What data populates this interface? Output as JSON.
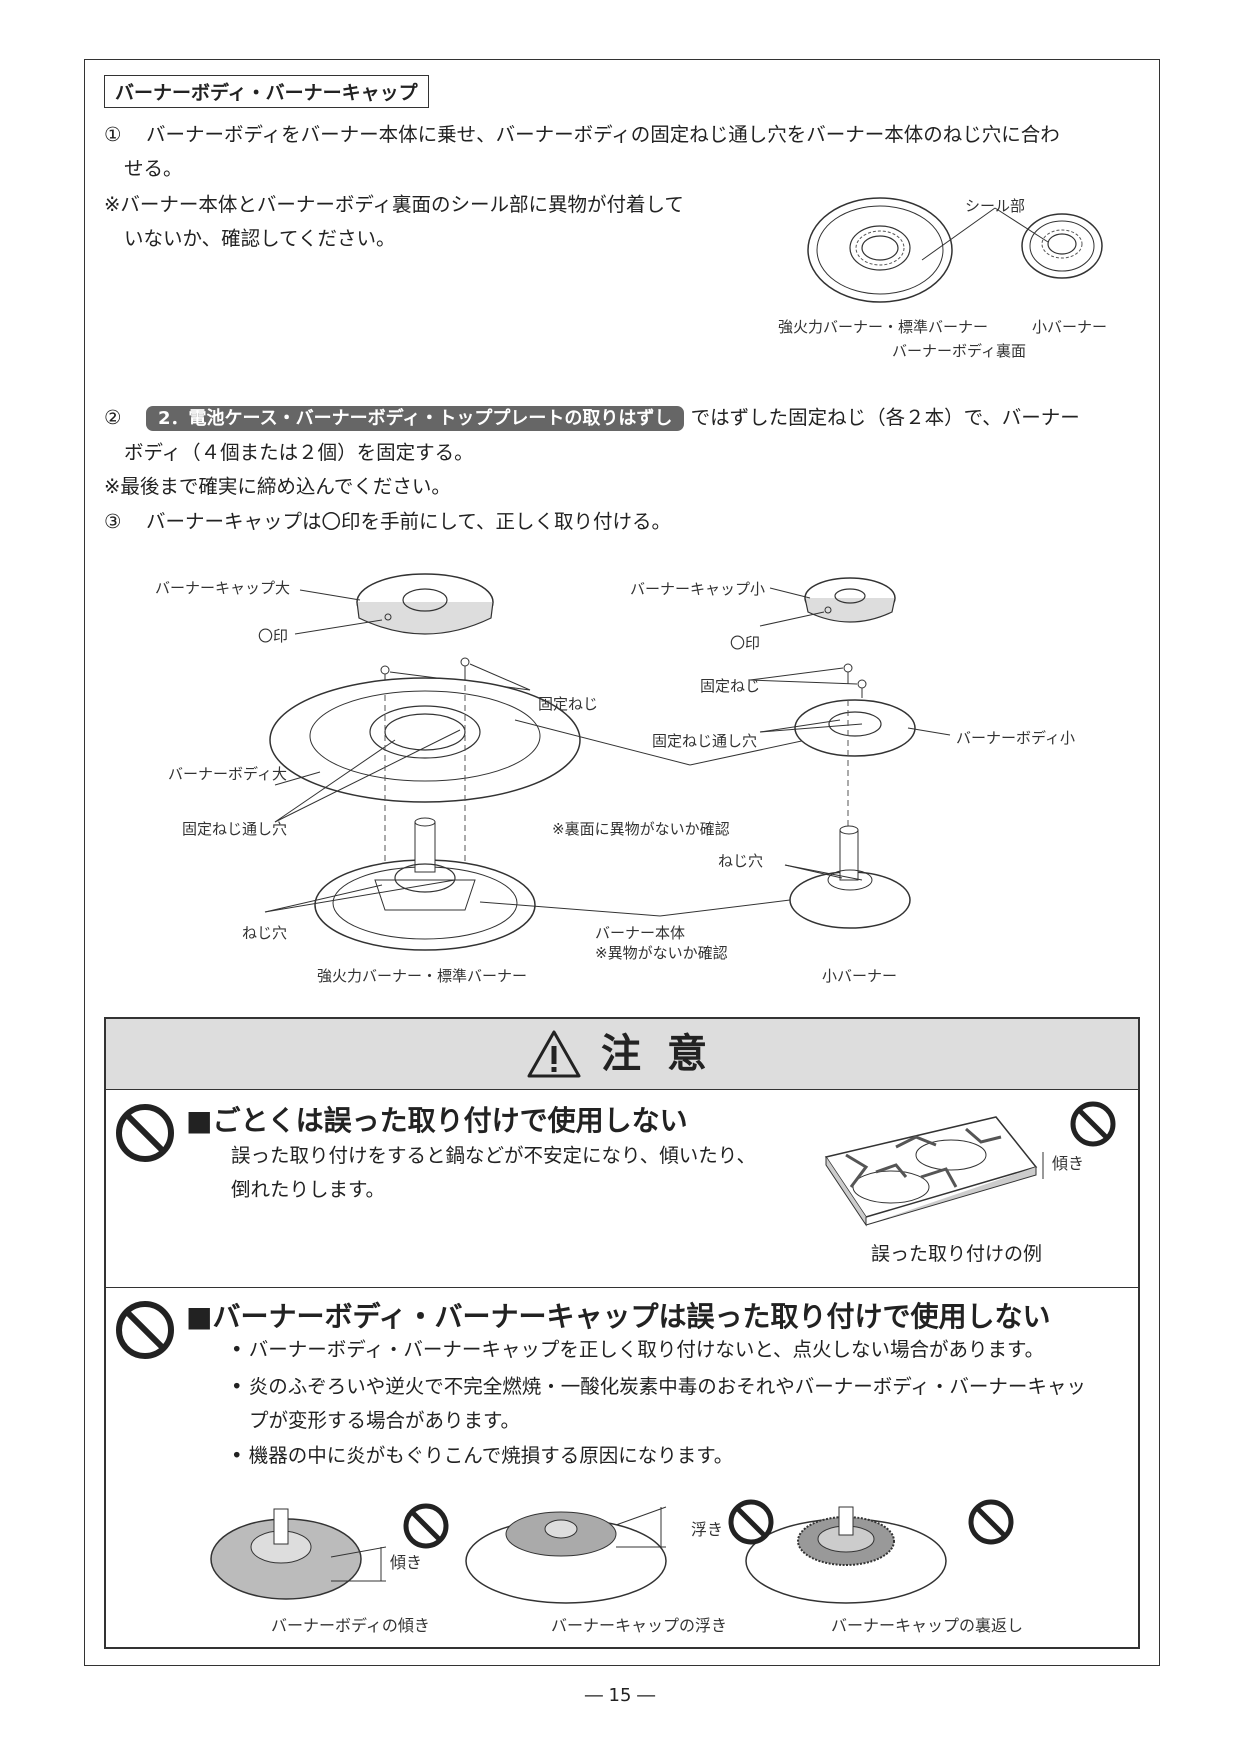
{
  "section_title": "バーナーボディ・バーナーキャップ",
  "step1": {
    "num": "①",
    "line1": "バーナーボディをバーナー本体に乗せ、バーナーボディの固定ねじ通し穴をバーナー本体のねじ穴に合わ",
    "line2": "せる。",
    "note1": "※バーナー本体とバーナーボディ裏面のシール部に異物が付着して",
    "note2": "いないか、確認してください。"
  },
  "fig1": {
    "seal": "シール部",
    "cap_left": "強火力バーナー・標準バーナー",
    "cap_right": "小バーナー",
    "cap_sub": "バーナーボディ裏面"
  },
  "step2": {
    "num": "②",
    "ref": "2．電池ケース・バーナーボディ・トッププレートの取りはずし",
    "after": "ではずした固定ねじ（各２本）で、バーナー",
    "line2": "ボディ（４個または２個）を固定する。",
    "note": "※最後まで確実に締め込んでください。"
  },
  "step3": {
    "num": "③",
    "text": "バーナーキャップは〇印を手前にして、正しく取り付ける。"
  },
  "fig2": {
    "cap_large": "バーナーキャップ大",
    "mark_left": "〇印",
    "screw_left": "固定ねじ",
    "body_large": "バーナーボディ大",
    "hole_left": "固定ねじ通し穴",
    "threaded_left": "ねじ穴",
    "cap_small": "バーナーキャップ小",
    "mark_right": "〇印",
    "screw_right": "固定ねじ",
    "hole_right": "固定ねじ通し穴",
    "body_small": "バーナーボディ小",
    "check_back": "※裏面に異物がないか確認",
    "threaded_right": "ねじ穴",
    "main_body": "バーナー本体",
    "main_check": "※異物がないか確認",
    "caption_left": "強火力バーナー・標準バーナー",
    "caption_right": "小バーナー"
  },
  "caution": {
    "title": "注 意",
    "item1": {
      "title": "■ごとくは誤った取り付けで使用しない",
      "line1": "誤った取り付けをすると鍋などが不安定になり、傾いたり、",
      "line2": "倒れたりします。",
      "tilt": "傾き",
      "caption": "誤った取り付けの例"
    },
    "item2": {
      "title": "■バーナーボディ・バーナーキャップは誤った取り付けで使用しない",
      "b1": "• バーナーボディ・バーナーキャップを正しく取り付けないと、点火しない場合があります。",
      "b2a": "• 炎のふぞろいや逆火で不完全燃焼・一酸化炭素中毒のおそれやバーナーボディ・バーナーキャッ",
      "b2b": "プが変形する場合があります。",
      "b3": "• 機器の中に炎がもぐりこんで焼損する原因になります。",
      "fig_a_label": "傾き",
      "fig_a": "バーナーボディの傾き",
      "fig_b_label": "浮き",
      "fig_b": "バーナーキャップの浮き",
      "fig_c": "バーナーキャップの裏返し"
    }
  },
  "page_number": "― 15 ―"
}
